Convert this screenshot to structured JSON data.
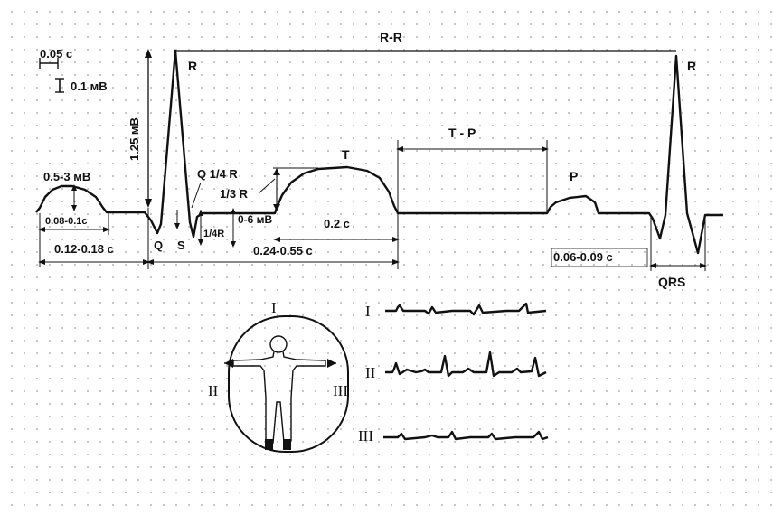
{
  "scale": {
    "time": "0.05 с",
    "voltage": "0.1 мВ"
  },
  "labels": {
    "rr": "R-R",
    "r1": "R",
    "r2": "R",
    "q": "Q",
    "s": "S",
    "t": "T",
    "p": "P",
    "tp": "T - P",
    "qrs": "QRS",
    "r_height": "1.25 мВ",
    "q_quarter_r": "Q 1/4 R",
    "t_third_r": "1/3 R",
    "s_quarter_r": "1/4R",
    "st_amp": "0-6 мВ",
    "p_amp": "0.5-3 мВ",
    "p_dur": "0.08-0.1c",
    "pq_dur": "0.12-0.18 с",
    "t_dur": "0.2 с",
    "qt_dur": "0.24-0.55 с",
    "qrs_dur": "0.06-0.09 с"
  },
  "leads": {
    "i": "I",
    "ii": "II",
    "iii": "III"
  }
}
